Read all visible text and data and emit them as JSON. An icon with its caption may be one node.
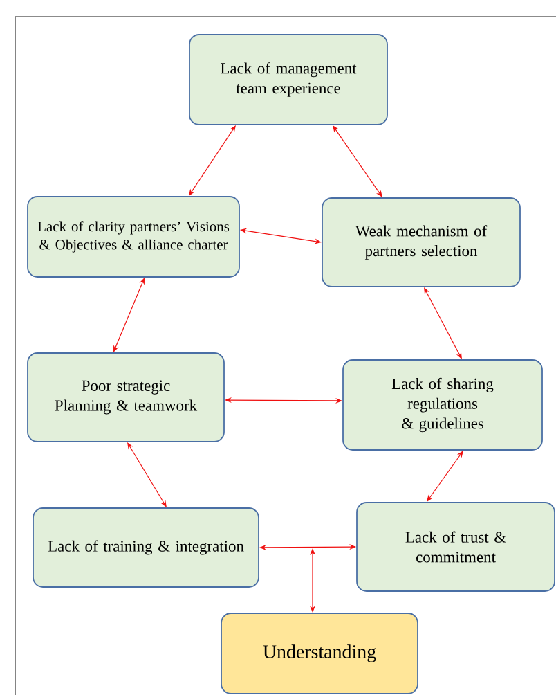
{
  "diagram": {
    "nodes": [
      {
        "text": [
          "Lack of management team experience"
        ]
      },
      {
        "text": [
          "Lack of clarity partners’ Visions & Objectives & alliance charter"
        ]
      },
      {
        "text": [
          "Weak mechanism of partners selection"
        ]
      },
      {
        "text": [
          "Poor strategic Planning & teamwork"
        ]
      },
      {
        "text": [
          "Lack of sharing regulations & guidelines"
        ]
      },
      {
        "text": [
          "Lack of training & integration"
        ]
      },
      {
        "text": [
          "Lack of trust & commitment"
        ]
      },
      {
        "text": [
          "Understanding"
        ]
      }
    ],
    "edges": [
      {
        "from": 0,
        "to": 1,
        "arrow": "both"
      },
      {
        "from": 0,
        "to": 2,
        "arrow": "both"
      },
      {
        "from": 1,
        "to": 2,
        "arrow": "both"
      },
      {
        "from": 1,
        "to": 3,
        "arrow": "both"
      },
      {
        "from": 2,
        "to": 4,
        "arrow": "both"
      },
      {
        "from": 3,
        "to": 4,
        "arrow": "both"
      },
      {
        "from": 3,
        "to": 5,
        "arrow": "both"
      },
      {
        "from": 4,
        "to": 6,
        "arrow": "both"
      },
      {
        "from": 5,
        "to": 6,
        "arrow": "both"
      },
      {
        "from": null,
        "to": 7,
        "arrow": "both"
      }
    ]
  }
}
